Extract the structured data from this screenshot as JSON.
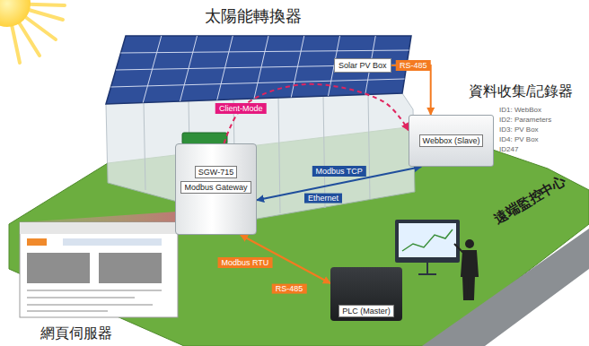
{
  "diagram": {
    "nodes": [
      {
        "text": [
          "Solar PV Box"
        ]
      },
      {
        "text": [
          "Webbox (Slave)"
        ]
      },
      {
        "text": [
          "SGW-715",
          "Modbus Gateway"
        ]
      },
      {
        "text": [
          "PLC (Master)"
        ]
      }
    ],
    "edges": [
      {
        "from": 0,
        "to": 1,
        "arrow": "to",
        "label": "RS-485"
      },
      {
        "from": 2,
        "to": 1,
        "arrow": "to",
        "label": "Client-Mode"
      },
      {
        "from": 2,
        "to": 1,
        "arrow": "both",
        "label": "Modbus TCP"
      },
      {
        "from": 2,
        "to": 3,
        "arrow": "both",
        "label": "Modbus RTU"
      }
    ],
    "labels": [
      "太陽能轉換器",
      "資料收集/記錄器",
      "ID1: WebBox",
      "ID2: Parameters",
      "ID3: PV Box",
      "ID4: PV Box",
      "ID247",
      "Ethernet",
      "RS-485",
      "遠端監控中心",
      "網頁伺服器"
    ]
  }
}
